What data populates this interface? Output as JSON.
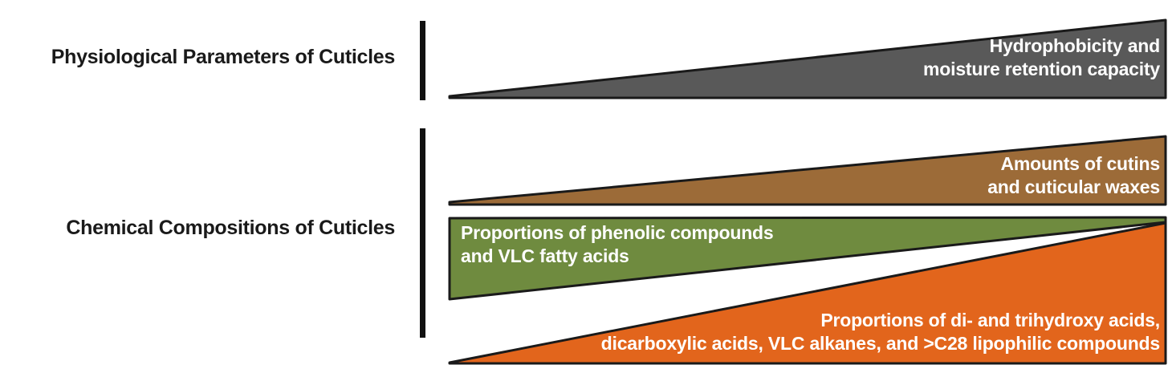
{
  "figure": {
    "title": "Gradient diagram of cuticle physiological parameters and chemical compositions",
    "background_color": "#ffffff"
  },
  "sections": [
    {
      "id": "physiological",
      "label": "Physiological Parameters of Cuticles"
    },
    {
      "id": "chemical",
      "label": "Chemical Compositions of Cuticles"
    }
  ],
  "wedges": [
    {
      "id": "gray",
      "color": "#595959",
      "outline_color": "#1a1a1a",
      "direction": "increasing",
      "section": "physiological",
      "text_align": "right",
      "lines": [
        "Hydrophobicity and",
        "moisture retention capacity"
      ]
    },
    {
      "id": "brown",
      "color": "#9c6b38",
      "outline_color": "#1a1a1a",
      "direction": "increasing",
      "section": "chemical",
      "text_align": "right",
      "lines": [
        "Amounts of cutins",
        "and cuticular waxes"
      ]
    },
    {
      "id": "green",
      "color": "#6f8b3f",
      "outline_color": "#1a1a1a",
      "direction": "decreasing",
      "section": "chemical",
      "text_align": "left",
      "lines": [
        "Proportions of phenolic compounds",
        "and VLC fatty acids"
      ]
    },
    {
      "id": "orange",
      "color": "#e2651c",
      "outline_color": "#1a1a1a",
      "direction": "increasing",
      "section": "chemical",
      "text_align": "right",
      "lines": [
        "Proportions of di- and trihydroxy acids,",
        "dicarboxylic  acids, VLC alkanes,  and >C28 lipophilic compounds"
      ]
    }
  ],
  "dividers": [
    {
      "id": "divider-top",
      "color": "#111111"
    },
    {
      "id": "divider-bottom",
      "color": "#111111"
    }
  ],
  "text": {
    "gray_line1": "Hydrophobicity and",
    "gray_line2": "moisture retention capacity",
    "brown_line1": "Amounts of cutins",
    "brown_line2": "and cuticular waxes",
    "green_line1": "Proportions of phenolic compounds",
    "green_line2": "and VLC fatty acids",
    "orange_line1": "Proportions of di- and trihydroxy acids,",
    "orange_line2": "dicarboxylic  acids, VLC alkanes,  and >C28 lipophilic compounds",
    "section_physiological": "Physiological Parameters of Cuticles",
    "section_chemical": "Chemical Compositions of Cuticles"
  }
}
